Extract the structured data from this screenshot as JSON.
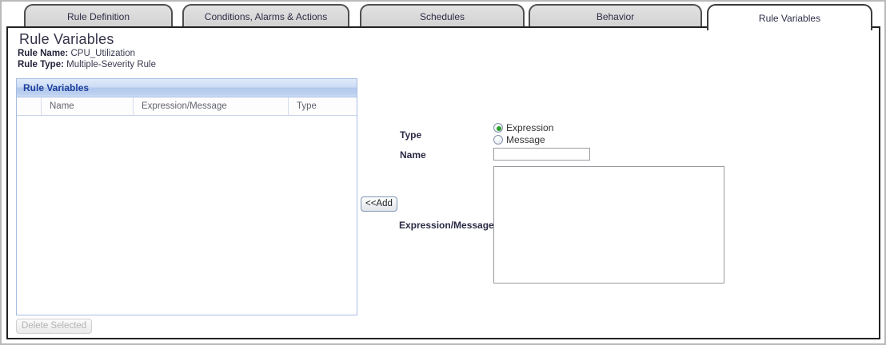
{
  "tabs": [
    {
      "label": "Rule Definition",
      "active": false
    },
    {
      "label": "Conditions, Alarms & Actions",
      "active": false
    },
    {
      "label": "Schedules",
      "active": false
    },
    {
      "label": "Behavior",
      "active": false
    },
    {
      "label": "Rule Variables",
      "active": true
    }
  ],
  "page": {
    "title": "Rule Variables",
    "rule_name_label": "Rule Name:",
    "rule_name_value": "CPU_Utilization",
    "rule_type_label": "Rule Type:",
    "rule_type_value": "Multiple-Severity Rule"
  },
  "table": {
    "title": "Rule Variables",
    "columns": [
      "Name",
      "Expression/Message",
      "Type"
    ],
    "rows": [],
    "delete_button_label": "Delete Selected",
    "delete_button_enabled": false
  },
  "form": {
    "type_label": "Type",
    "type_options": [
      {
        "label": "Expression",
        "selected": true
      },
      {
        "label": "Message",
        "selected": false
      }
    ],
    "name_label": "Name",
    "name_value": "",
    "add_button_label": "<<Add",
    "expression_label": "Expression/Message",
    "expression_value": ""
  },
  "colors": {
    "table_header_text": "#1c3e9c",
    "table_border": "#a9bce2",
    "radio_selected_dot": "#2f9e2f",
    "tab_inactive_bg": "#d2d2d2",
    "panel_border": "#222222"
  }
}
